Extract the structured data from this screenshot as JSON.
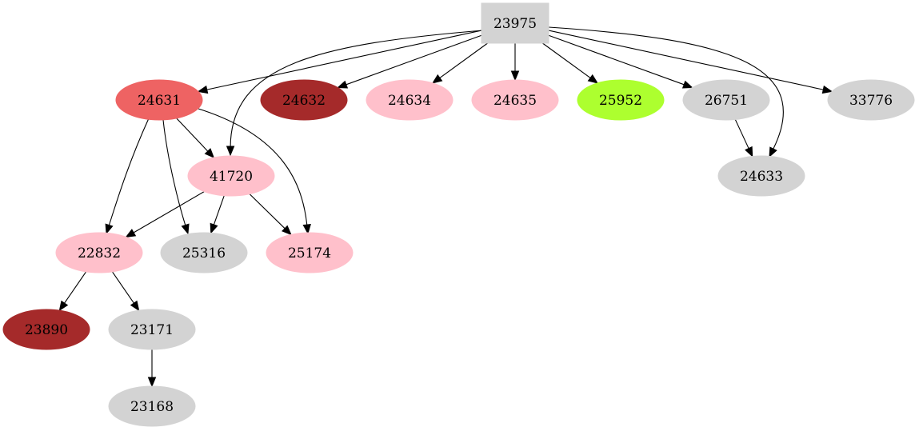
{
  "nodes": [
    {
      "id": "23975",
      "label": "23975",
      "shape": "box",
      "color": "#d3d3d3"
    },
    {
      "id": "24631",
      "label": "24631",
      "shape": "ellipse",
      "color": "#ee6363"
    },
    {
      "id": "24632",
      "label": "24632",
      "shape": "ellipse",
      "color": "#a52a2a"
    },
    {
      "id": "24634",
      "label": "24634",
      "shape": "ellipse",
      "color": "#ffc0cb"
    },
    {
      "id": "24635",
      "label": "24635",
      "shape": "ellipse",
      "color": "#ffc0cb"
    },
    {
      "id": "25952",
      "label": "25952",
      "shape": "ellipse",
      "color": "#adff2f"
    },
    {
      "id": "26751",
      "label": "26751",
      "shape": "ellipse",
      "color": "#d3d3d3"
    },
    {
      "id": "33776",
      "label": "33776",
      "shape": "ellipse",
      "color": "#d3d3d3"
    },
    {
      "id": "41720",
      "label": "41720",
      "shape": "ellipse",
      "color": "#ffc0cb"
    },
    {
      "id": "24633",
      "label": "24633",
      "shape": "ellipse",
      "color": "#d3d3d3"
    },
    {
      "id": "22832",
      "label": "22832",
      "shape": "ellipse",
      "color": "#ffc0cb"
    },
    {
      "id": "25316",
      "label": "25316",
      "shape": "ellipse",
      "color": "#d3d3d3"
    },
    {
      "id": "25174",
      "label": "25174",
      "shape": "ellipse",
      "color": "#ffc0cb"
    },
    {
      "id": "23890",
      "label": "23890",
      "shape": "ellipse",
      "color": "#a52a2a"
    },
    {
      "id": "23171",
      "label": "23171",
      "shape": "ellipse",
      "color": "#d3d3d3"
    },
    {
      "id": "23168",
      "label": "23168",
      "shape": "ellipse",
      "color": "#d3d3d3"
    }
  ],
  "edges": [
    {
      "from": "23975",
      "to": "24631"
    },
    {
      "from": "23975",
      "to": "41720"
    },
    {
      "from": "23975",
      "to": "24632"
    },
    {
      "from": "23975",
      "to": "24634"
    },
    {
      "from": "23975",
      "to": "24635"
    },
    {
      "from": "23975",
      "to": "25952"
    },
    {
      "from": "23975",
      "to": "26751"
    },
    {
      "from": "23975",
      "to": "24633"
    },
    {
      "from": "23975",
      "to": "33776"
    },
    {
      "from": "24631",
      "to": "41720"
    },
    {
      "from": "24631",
      "to": "22832"
    },
    {
      "from": "24631",
      "to": "25316"
    },
    {
      "from": "24631",
      "to": "25174"
    },
    {
      "from": "26751",
      "to": "24633"
    },
    {
      "from": "41720",
      "to": "22832"
    },
    {
      "from": "41720",
      "to": "25316"
    },
    {
      "from": "41720",
      "to": "25174"
    },
    {
      "from": "22832",
      "to": "23890"
    },
    {
      "from": "22832",
      "to": "23171"
    },
    {
      "from": "23171",
      "to": "23168"
    }
  ]
}
